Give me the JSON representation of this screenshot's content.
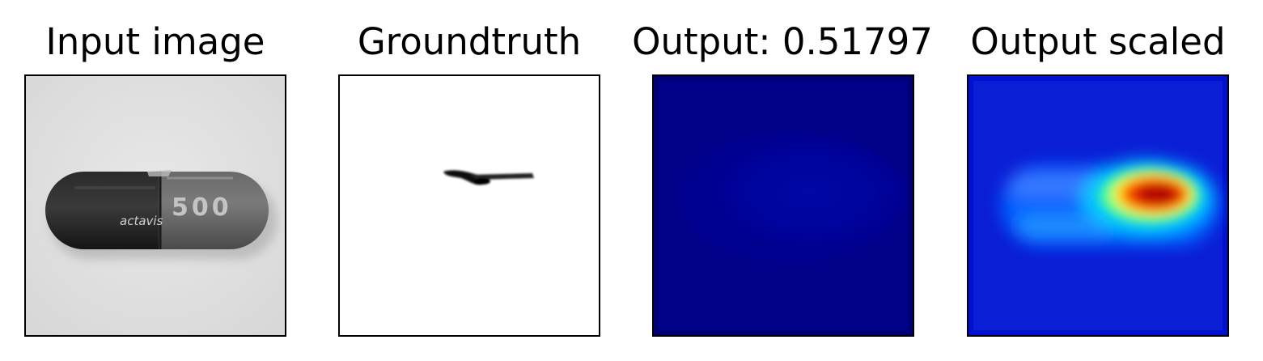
{
  "figure": {
    "panels": [
      {
        "title": "Input image"
      },
      {
        "title": "Groundtruth"
      },
      {
        "title": "Output: 0.51797"
      },
      {
        "title": "Output scaled"
      }
    ],
    "capsule_print": {
      "brand": "actavis",
      "dose": "500"
    },
    "colors": {
      "frame": "#000000",
      "background": "#ffffff",
      "input_bg": "#e4e4e4",
      "output_bg": "#00007e",
      "heat_low": "#0000c8",
      "heat_high": "#c00000"
    }
  }
}
